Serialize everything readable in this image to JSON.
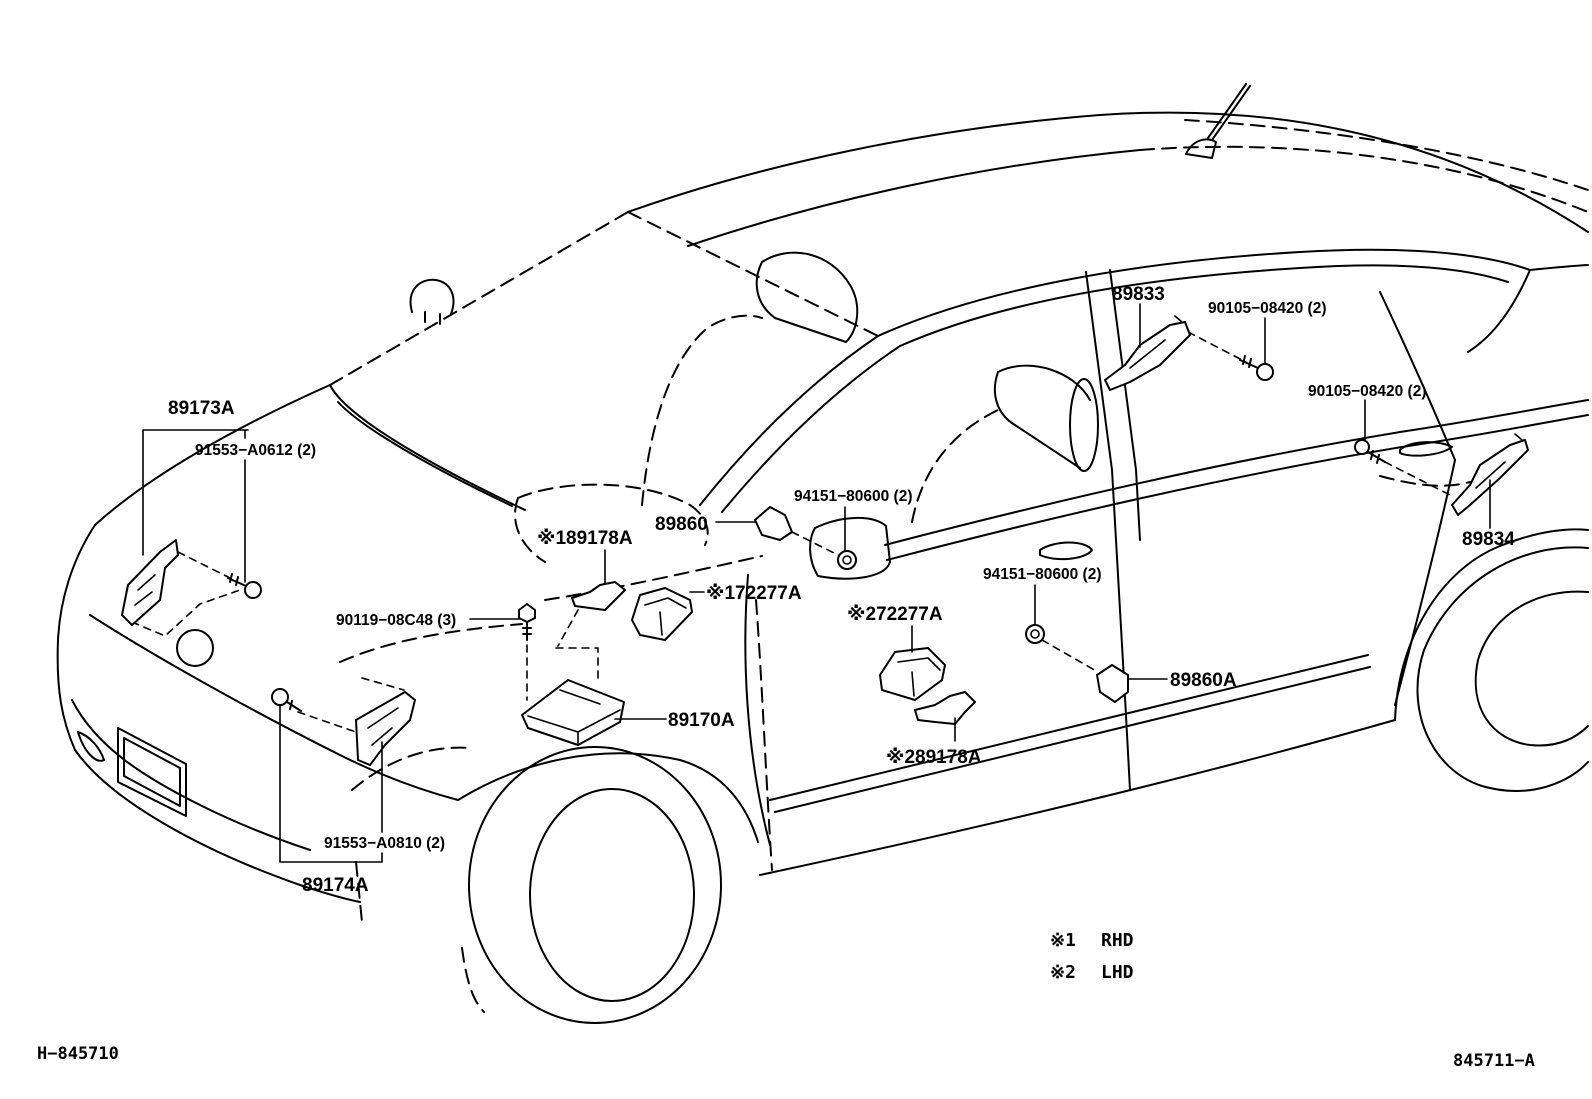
{
  "labels": {
    "p89173a": "89173A",
    "b91553_a0612": "91553−A0612 (2)",
    "p189178a": "※189178A",
    "p89860": "89860",
    "n94151_upper": "94151−80600 (2)",
    "p172277a": "※172277A",
    "b90119": "90119−08C48 (3)",
    "p272277a": "※272277A",
    "n94151_lower": "94151−80600 (2)",
    "p89860a": "89860A",
    "p89170a": "89170A",
    "p289178a": "※289178A",
    "p89833": "89833",
    "b90105_upper": "90105−08420 (2)",
    "b90105_lower": "90105−08420 (2)",
    "p89834": "89834",
    "b91553_a0810": "91553−A0810 (2)",
    "p89174a": "89174A"
  },
  "legend": [
    {
      "mark": "※1",
      "text": "RHD"
    },
    {
      "mark": "※2",
      "text": "LHD"
    }
  ],
  "footer": {
    "left_code": "H−845710",
    "right_code": "845711−A"
  },
  "colors": {
    "line": "#000000",
    "background": "#ffffff"
  }
}
